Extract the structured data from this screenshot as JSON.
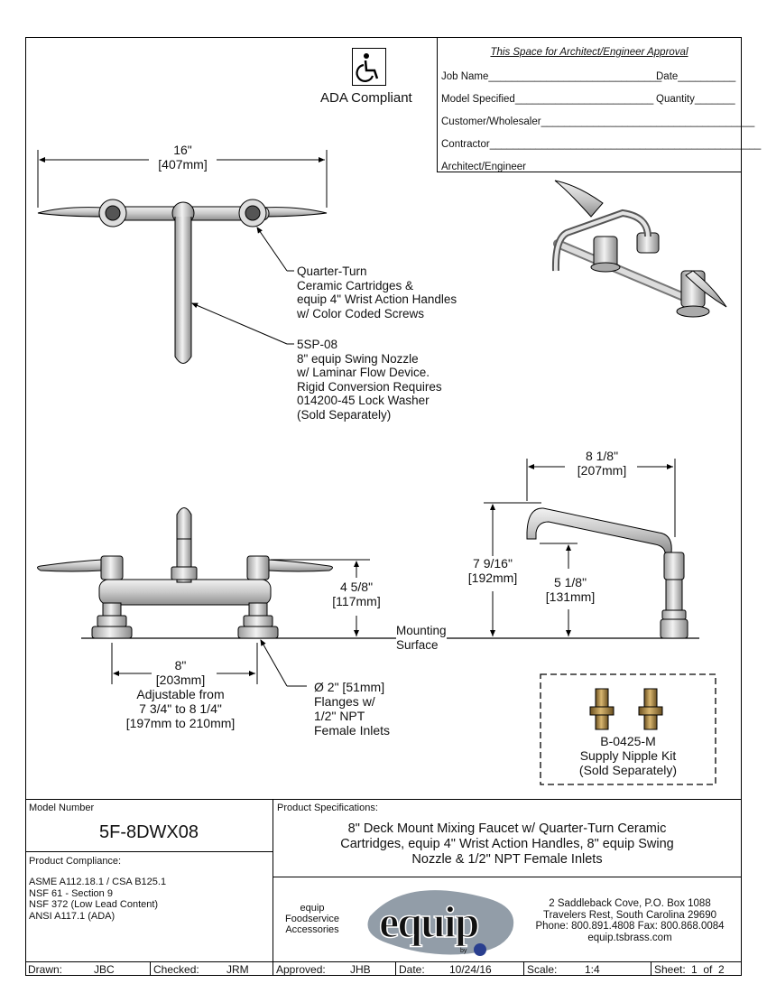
{
  "ada": {
    "label": "ADA Compliant"
  },
  "approval": {
    "title": "This Space for Architect/Engineer Approval",
    "job_name": "Job Name",
    "date": "Date",
    "model_specified": "Model Specified",
    "quantity": "Quantity",
    "customer": "Customer/Wholesaler",
    "contractor": "Contractor",
    "architect": "Architect/Engineer"
  },
  "dims": {
    "top_width_in": "16\"",
    "top_width_mm": "407mm",
    "nozzle_reach_in": "8 1/8\"",
    "nozzle_reach_mm": "207mm",
    "body_height_in": "4 5/8\"",
    "body_height_mm": "117mm",
    "overall_height_in": "7 9/16\"",
    "overall_height_mm": "192mm",
    "spout_height_in": "5 1/8\"",
    "spout_height_mm": "131mm",
    "center_in": "8\"",
    "center_mm": "203mm",
    "adjustable_1": "Adjustable from",
    "adjustable_2": "7 3/4\" to 8 1/4\"",
    "adjustable_3": "[197mm to 210mm]"
  },
  "callouts": {
    "cartridges": [
      "Quarter-Turn",
      "Ceramic Cartridges &",
      "equip 4\" Wrist Action Handles",
      "w/ Color Coded Screws"
    ],
    "nozzle": [
      "5SP-08",
      "8\" equip Swing Nozzle",
      "w/ Laminar Flow Device.",
      "Rigid Conversion Requires",
      "014200-45 Lock Washer",
      "(Sold Separately)"
    ],
    "mounting": [
      "Mounting",
      "Surface"
    ],
    "flanges": [
      "Ø 2\" [51mm]",
      "Flanges w/",
      "1/2\" NPT",
      "Female Inlets"
    ],
    "nipple": [
      "B-0425-M",
      "Supply Nipple Kit",
      "(Sold Separately)"
    ]
  },
  "titleblock": {
    "model_number_label": "Model Number",
    "model_number": "5F-8DWX08",
    "compliance_label": "Product Compliance:",
    "compliance": [
      "ASME A112.18.1 / CSA B125.1",
      "NSF 61 - Section 9",
      "NSF 372 (Low Lead Content)",
      "ANSI A117.1 (ADA)"
    ],
    "spec_label": "Product Specifications:",
    "spec_lines": [
      "8\" Deck Mount Mixing Faucet w/ Quarter-Turn Ceramic",
      "Cartridges, equip 4\" Wrist Action Handles, 8\" equip Swing",
      "Nozzle & 1/2\" NPT Female Inlets"
    ],
    "brand_left": [
      "equip",
      "Foodservice",
      "Accessories"
    ],
    "logo_word": "equip",
    "by": "by",
    "address": [
      "2 Saddleback Cove, P.O. Box 1088",
      "Travelers Rest, South Carolina 29690",
      "Phone: 800.891.4808  Fax: 800.868.0084",
      "equip.tsbrass.com"
    ],
    "drawn_label": "Drawn:",
    "drawn": "JBC",
    "checked_label": "Checked:",
    "checked": "JRM",
    "approved_label": "Approved:",
    "approved": "JHB",
    "date_label": "Date:",
    "date": "10/24/16",
    "scale_label": "Scale:",
    "scale": "1:4",
    "sheet_label": "Sheet:",
    "sheet": "1  of  2"
  }
}
